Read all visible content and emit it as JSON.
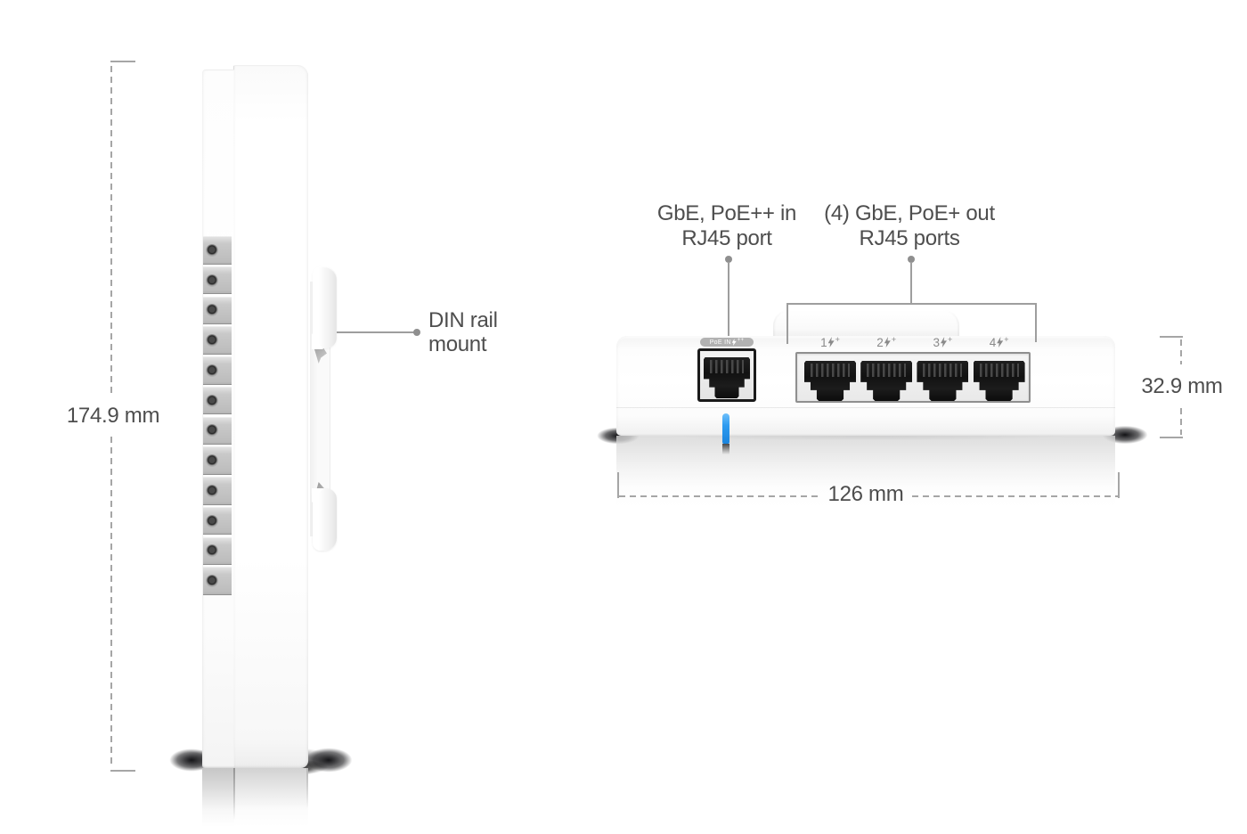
{
  "left_view": {
    "height_dim": "174.9 mm",
    "din_label_line1": "DIN rail",
    "din_label_line2": "mount",
    "screw_count": 12
  },
  "right_view": {
    "poe_in_label_line1": "GbE, PoE++ in",
    "poe_in_label_line2": "RJ45 port",
    "poe_out_label_line1": "(4) GbE, PoE+ out",
    "poe_out_label_line2": "RJ45 ports",
    "badge_text": "PoE IN",
    "badge_suffix": "++",
    "port_numbers": [
      "1",
      "2",
      "3",
      "4"
    ],
    "port_plus": "+",
    "width_dim": "126 mm",
    "depth_dim": "32.9 mm"
  },
  "colors": {
    "label_text": "#4e4e4e",
    "dim_line": "#a6a6a6",
    "leader_line": "#9e9e9e",
    "led_blue": "#2e9bf0",
    "badge_bg": "#b2b2b2"
  }
}
